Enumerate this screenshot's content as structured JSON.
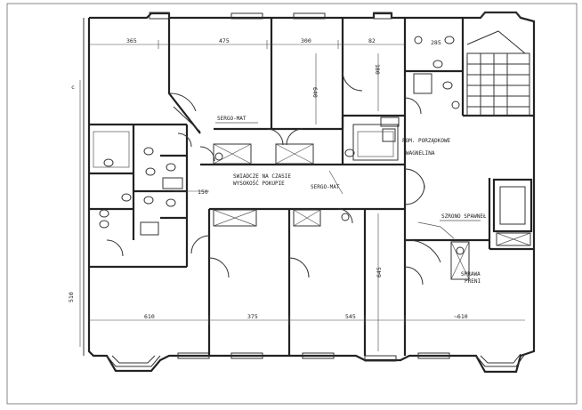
{
  "labels": {
    "sergo_mat": "SERGO-MAT",
    "pom_porzadkowe": "POM. PORZĄDKOWE",
    "wagnelina": "WAGNELINA",
    "swiadcze": "SWIADCZE NA CZASIE",
    "wysokosc": "WYSOKOŚĆ POKUPIE",
    "sergo_mat2": "SERGO-MAT",
    "szrono": "SZRONO SPAWNEŁ",
    "sprawa": "SPRAWA",
    "preni": "PRENI"
  },
  "dimensions": {
    "top_365": "365",
    "top_475": "475",
    "top_300": "300",
    "top_82": "82",
    "h_640": "640",
    "h_180": "180",
    "h_150": "150",
    "side_c": "c",
    "bot_610": "610",
    "bot_375": "375",
    "bot_545": "545",
    "bot_n610": "~610",
    "v_645": "645",
    "v_510": "510",
    "v_285": "285"
  }
}
